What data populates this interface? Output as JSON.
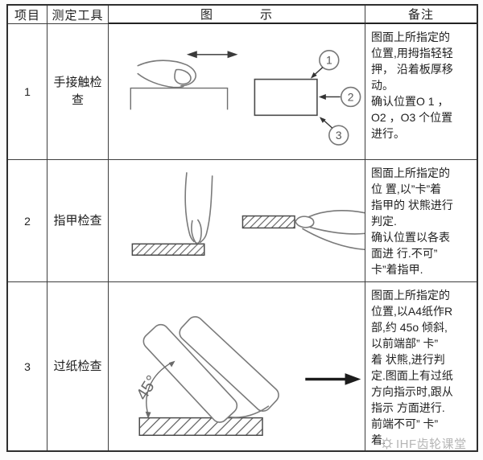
{
  "header": {
    "item": "项目",
    "tool": "测定工具",
    "illustration_left": "图",
    "illustration_right": "示",
    "remarks": "备注"
  },
  "rows": [
    {
      "item": "1",
      "tool": "手接触检查",
      "remarks": "图面上所指定的\n位置,用拇指轻轻\n押， 沿着板厚移\n          动。\n确认位置O 1 ，\nO2 ，O3 个位置\n进行。"
    },
    {
      "item": "2",
      "tool": "指甲检查",
      "remarks": "图面上所指定的\n位 置,以”卡”着\n指甲的 状熊进行\n判定.\n确认位置以各表\n面进 行.不可”\n卡”着指甲."
    },
    {
      "item": "3",
      "tool": "过纸检查",
      "remarks": "图面上所指定的\n位置,以A4纸作R\n部,约 45o 倾斜,\n以前端部” 卡”\n着 状熊,进行判\n定.图面上有过纸\n方向指示时,跟从\n指示 方面进行.\n前端不可” 卡”\n着."
    }
  ],
  "figure1": {
    "callouts": [
      "1",
      "2",
      "3"
    ]
  },
  "figure3": {
    "angle_label": "45°"
  },
  "watermark": {
    "text": "IHF齿轮课堂",
    "icon": "gear-icon"
  },
  "colors": {
    "table_line": "#3e3e3e",
    "sketch_stroke": "#7a7a7a",
    "callout_stroke": "#777777",
    "arrow_dark": "#1c1c1c",
    "watermark_gray": "#b5b5b5"
  }
}
